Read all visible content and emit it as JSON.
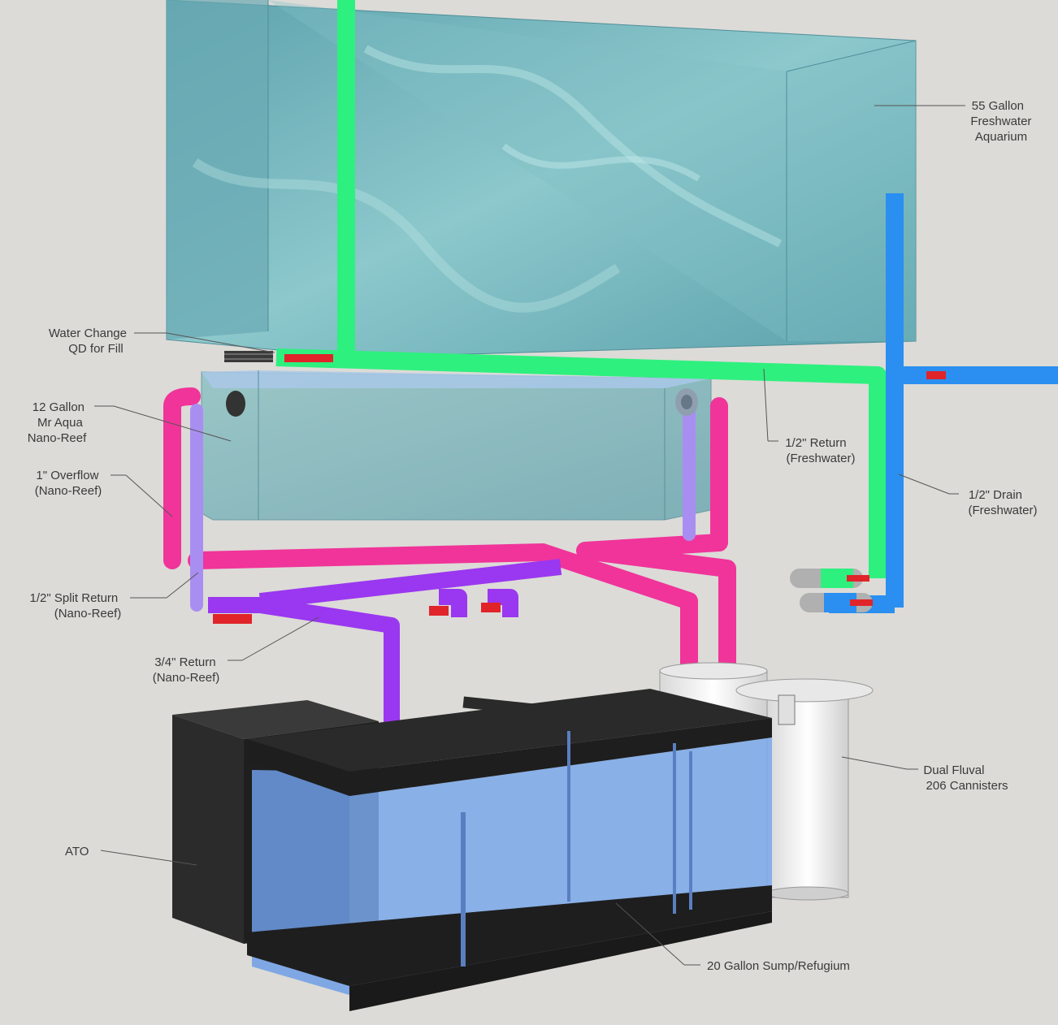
{
  "labels": {
    "aquarium_55": [
      "55 Gallon",
      "Freshwater",
      "Aquarium"
    ],
    "water_change": [
      "Water Change",
      "QD for Fill"
    ],
    "nano_reef": [
      "12 Gallon",
      "Mr Aqua",
      "Nano-Reef"
    ],
    "overflow": [
      "1\" Overflow",
      "(Nano-Reef)"
    ],
    "split_return": [
      "1/2\" Split Return",
      "(Nano-Reef)"
    ],
    "return_34": [
      "3/4\" Return",
      "(Nano-Reef)"
    ],
    "return_12_fw": [
      "1/2\" Return",
      "(Freshwater)"
    ],
    "drain_12_fw": [
      "1/2\" Drain",
      "(Freshwater)"
    ],
    "canisters": [
      "Dual Fluval",
      "206 Cannisters"
    ],
    "ato": [
      "ATO"
    ],
    "sump": [
      "20 Gallon Sump/Refugium"
    ]
  },
  "colors": {
    "background": "#dcdbd7",
    "water": "#6fb3bb",
    "fw_return_pipe": "#2ef07e",
    "fw_drain_pipe": "#2a8ff0",
    "overflow_pipe": "#f0349a",
    "split_return_pipe": "#a98ef2",
    "return_pipe": "#9a37f0",
    "valve": "#e0242a",
    "sump_glass": "#6f9ee6",
    "ato": "#2c2c2c",
    "canister": "#ececec"
  }
}
